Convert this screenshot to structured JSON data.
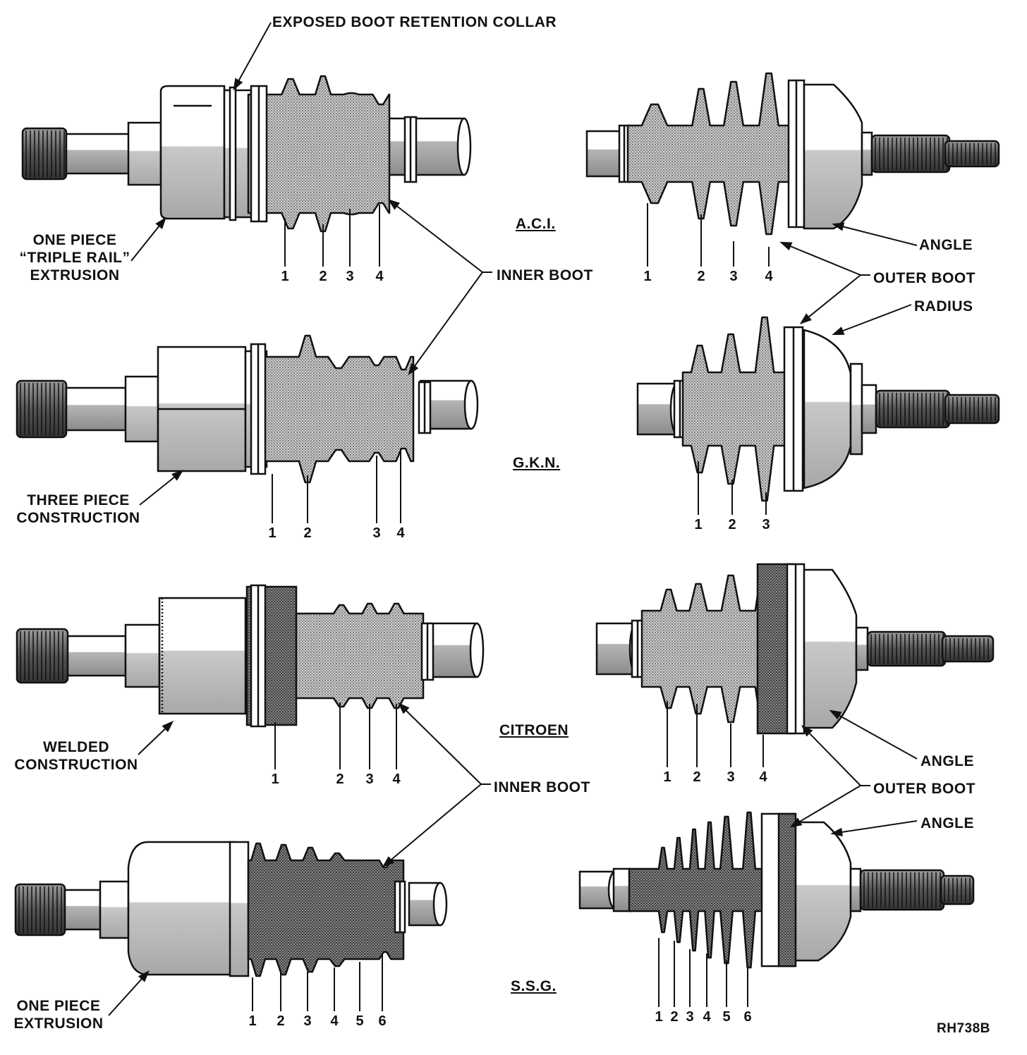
{
  "labels": {
    "collar": "EXPOSED BOOT RETENTION COLLAR",
    "triple_rail": [
      "ONE PIECE",
      "“TRIPLE RAIL”",
      "EXTRUSION"
    ],
    "three_piece": [
      "THREE PIECE",
      "CONSTRUCTION"
    ],
    "welded": [
      "WELDED",
      "CONSTRUCTION"
    ],
    "one_piece": [
      "ONE PIECE",
      "EXTRUSION"
    ],
    "inner_boot_1": "INNER BOOT",
    "inner_boot_2": "INNER BOOT",
    "outer_boot_1": "OUTER BOOT",
    "outer_boot_2": "OUTER BOOT",
    "angle_1": "ANGLE",
    "angle_2": "ANGLE",
    "angle_3": "ANGLE",
    "radius": "RADIUS",
    "figure_code": "RH738B"
  },
  "manufacturers": [
    "A.C.I.",
    "G.K.N.",
    "CITROEN",
    "S.S.G."
  ],
  "rows": [
    {
      "inner_convolutions": [
        "1",
        "2",
        "3",
        "4"
      ],
      "outer_convolutions": [
        "1",
        "2",
        "3",
        "4"
      ]
    },
    {
      "inner_convolutions": [
        "1",
        "2",
        "3",
        "4"
      ],
      "outer_convolutions": [
        "1",
        "2",
        "3"
      ]
    },
    {
      "inner_convolutions": [
        "1",
        "2",
        "3",
        "4"
      ],
      "outer_convolutions": [
        "1",
        "2",
        "3",
        "4"
      ]
    },
    {
      "inner_convolutions": [
        "1",
        "2",
        "3",
        "4",
        "5",
        "6"
      ],
      "outer_convolutions": [
        "1",
        "2",
        "3",
        "4",
        "5",
        "6"
      ]
    }
  ]
}
